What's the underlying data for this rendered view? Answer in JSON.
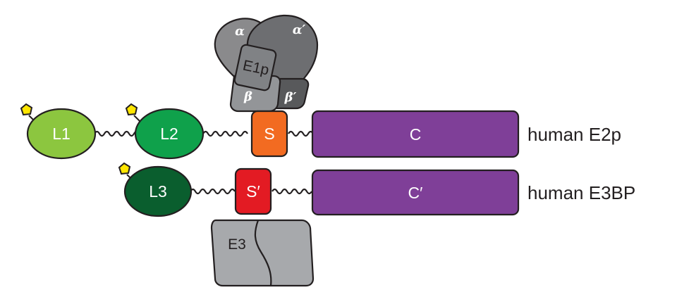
{
  "domains": {
    "L1": "L1",
    "L2": "L2",
    "L3": "L3",
    "S": "S",
    "S_prime": "S′",
    "C": "C",
    "C_prime": "C′",
    "E1p": "E1p",
    "E3": "E3"
  },
  "subunits": {
    "alpha": "α",
    "alpha_prime": "α′",
    "beta": "β",
    "beta_prime": "β′"
  },
  "rows": {
    "e2p_label": "human E2p",
    "e3bp_label": "human E3BP"
  },
  "colors": {
    "L1": "#8cc63f",
    "L2": "#0fa14b",
    "L3": "#0a5e2e",
    "S": "#f26b21",
    "S_prime": "#e31b23",
    "C": "#7f3f98",
    "E1p_alpha": "#8a8a8c",
    "E1p_alpha_prime": "#6d6e71",
    "E1p_beta": "#939598",
    "E1p_beta_prime": "#58595b",
    "E3": "#a7a9ac",
    "lipoyl": "#ffe600",
    "outline": "#231f20"
  }
}
